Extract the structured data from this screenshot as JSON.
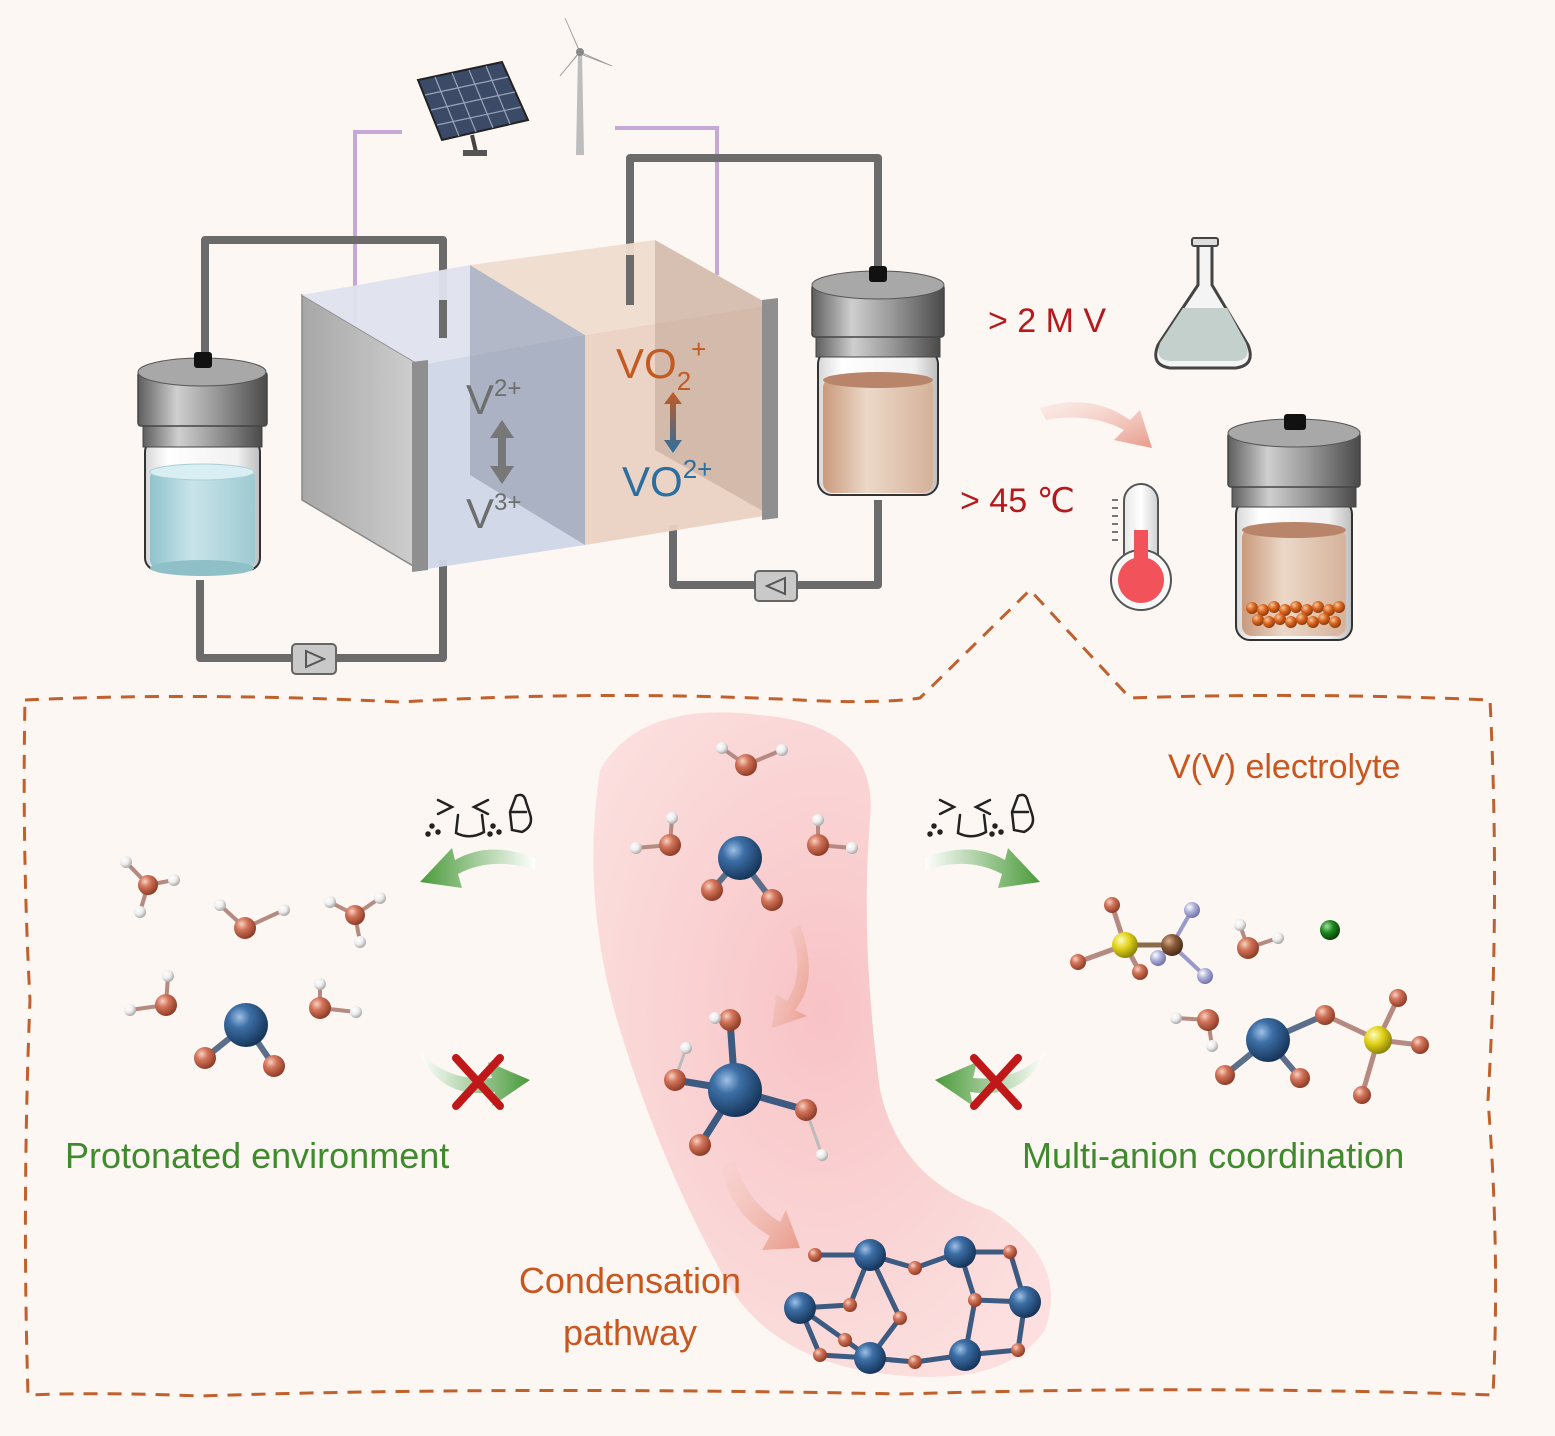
{
  "colors": {
    "background": "#fdf7f4",
    "condition_red": "#b5191b",
    "green_label": "#3f8a2c",
    "orange_label": "#c8561e",
    "vo2plus": "#c35a22",
    "vo2_2plus": "#2a6fa0",
    "v_ion_gray": "#6e6e6e",
    "vanadium_blue": "#24517f",
    "oxygen": "#c8674c",
    "hydrogen": "#f2f2f2",
    "sulfur": "#e6dc1e",
    "carbon": "#8a5a3a",
    "fluorine": "#a7a9d4",
    "chloride": "#1f7d1f",
    "cross_red": "#c01818",
    "dash_border": "#c0602c",
    "cell_blue": "#cfd6e6",
    "cell_peach": "#ead2c2",
    "wire_purple": "#c5a8d6",
    "tube_gray": "#6b6b6b"
  },
  "cell": {
    "neg_ion_top": "V",
    "neg_ion_top_charge": "2+",
    "neg_ion_bottom": "V",
    "neg_ion_bottom_charge": "3+",
    "pos_ion_top": "VO",
    "pos_ion_top_sub": "2",
    "pos_ion_top_charge": "+",
    "pos_ion_bottom": "VO",
    "pos_ion_bottom_charge": "2+"
  },
  "conditions": {
    "concentration": "> 2 M V",
    "temperature": "> 45 ℃"
  },
  "panel": {
    "electrolyte_label": "V(V) electrolyte",
    "left_label": "Protonated environment",
    "right_label": "Multi-anion coordination",
    "center_label_line1": "Condensation",
    "center_label_line2": "pathway"
  },
  "icons": [
    "solar-panel-icon",
    "wind-turbine-icon",
    "pump-icon",
    "flask-icon",
    "thermometer-icon",
    "precipitate-bottle-icon",
    "thumbs-up-face-icon",
    "cross-icon"
  ]
}
